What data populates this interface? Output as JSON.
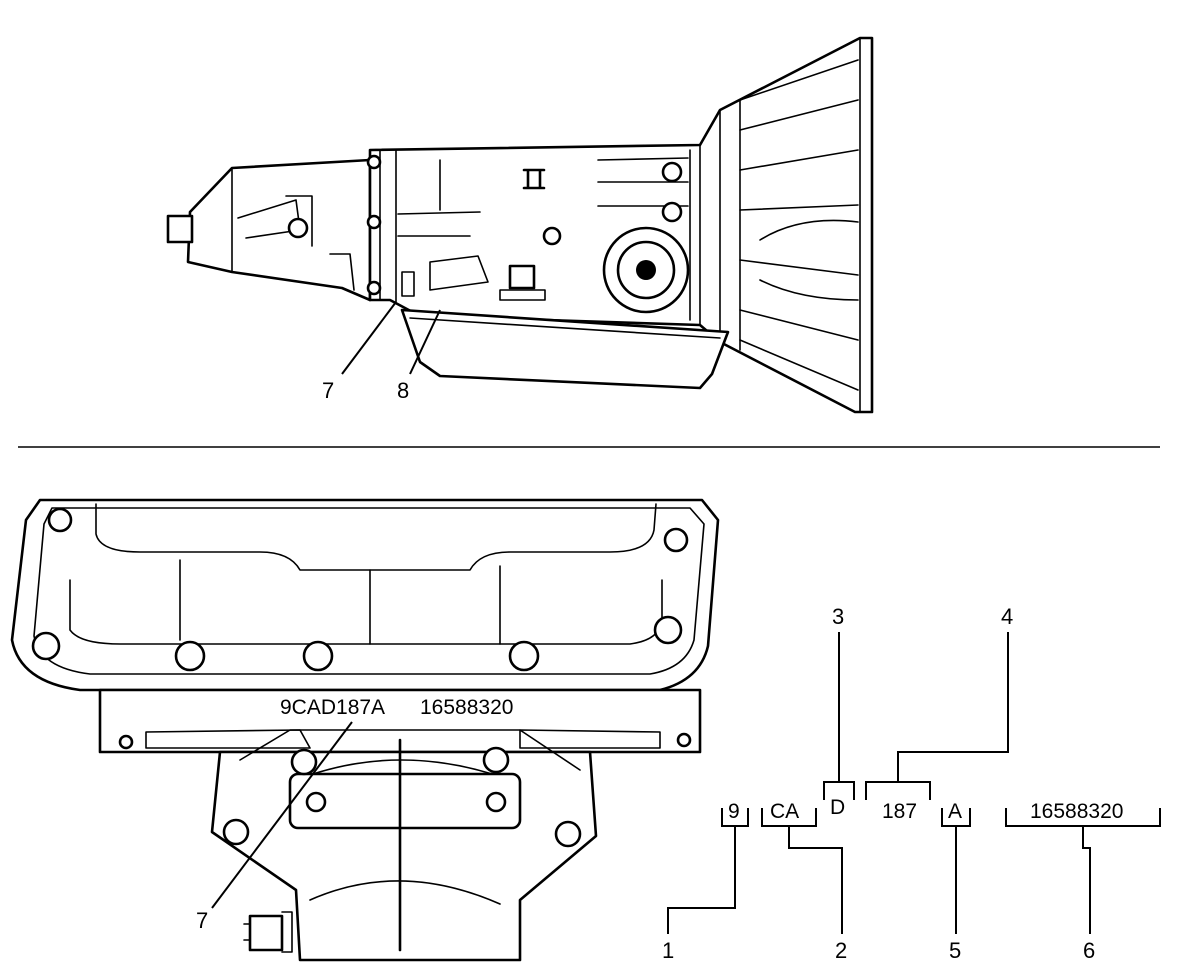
{
  "callouts": {
    "c1": "1",
    "c2": "2",
    "c3": "3",
    "c4": "4",
    "c5": "5",
    "c6": "6",
    "c7_top": "7",
    "c8": "8",
    "c7_bottom": "7"
  },
  "stamp": {
    "code": "9CAD187A",
    "part_number": "16588320"
  },
  "breakdown": {
    "year": "9",
    "plant": "CA",
    "shift": "D",
    "day": "187",
    "suffix": "A",
    "part_number": "16588320"
  }
}
